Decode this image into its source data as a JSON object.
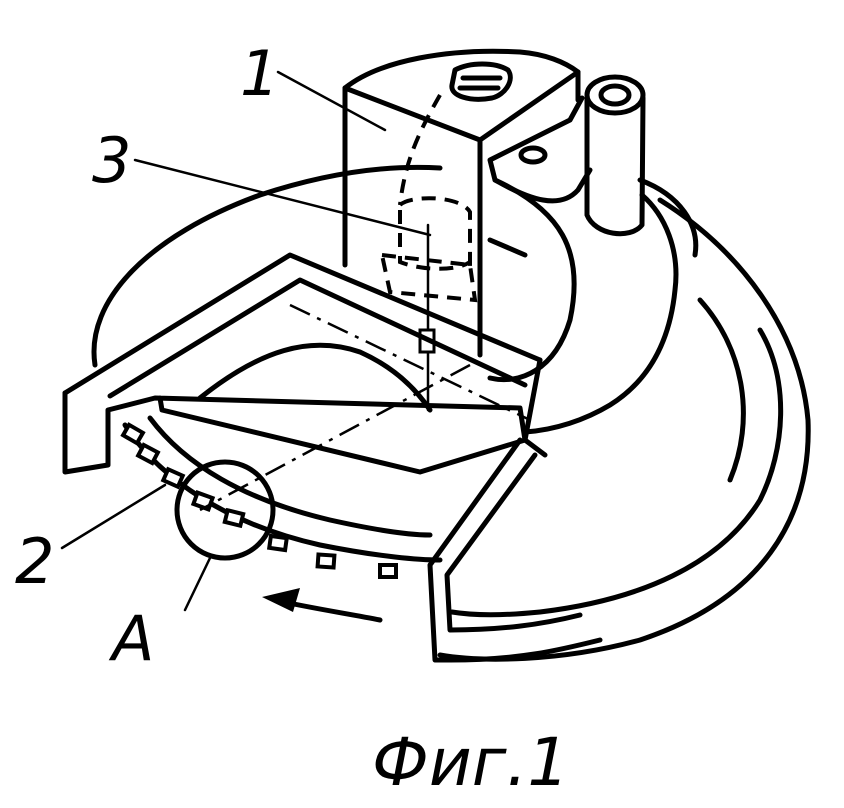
{
  "figure": {
    "caption": "Фиг.1",
    "labels": {
      "part_1": "1",
      "part_2": "2",
      "part_3": "3",
      "detail_a": "A"
    }
  }
}
